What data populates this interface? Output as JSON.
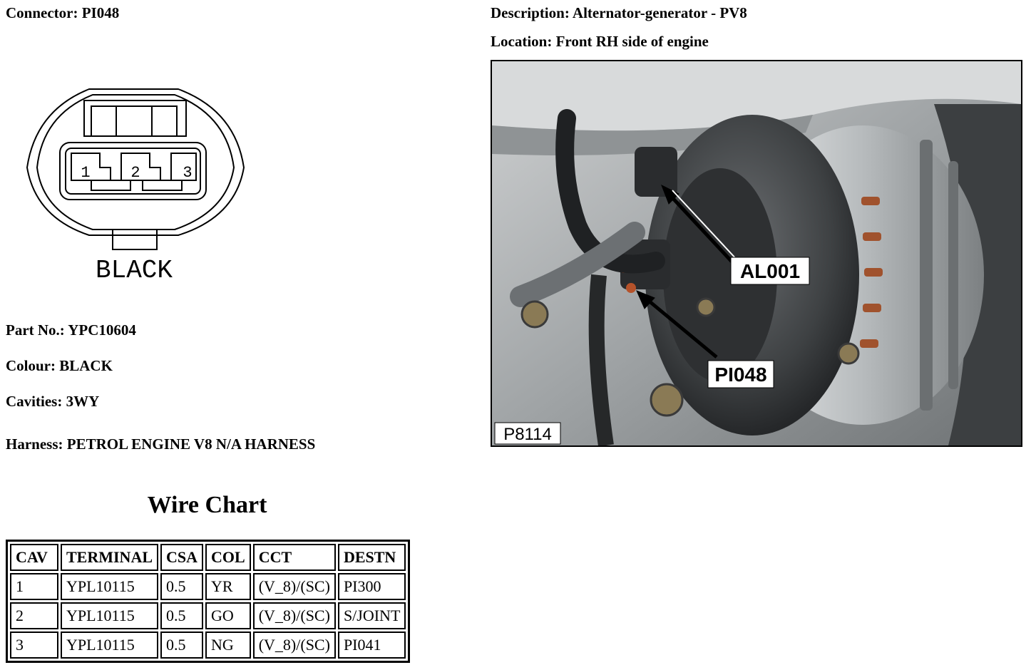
{
  "header": {
    "connector": "Connector: PI048",
    "description": "Description: Alternator-generator - PV8",
    "location": "Location: Front RH side of engine"
  },
  "connector_diagram": {
    "colour_label": "BLACK",
    "pin_labels": [
      "1",
      "2",
      "3"
    ]
  },
  "details": {
    "part_no": "Part No.: YPC10604",
    "colour": "Colour: BLACK",
    "cavities": "Cavities: 3WY",
    "harness": "Harness: PETROL ENGINE V8 N/A HARNESS"
  },
  "photo": {
    "callout_1": "AL001",
    "callout_2": "PI048",
    "photo_ref": "P8114"
  },
  "wire_chart": {
    "title": "Wire Chart",
    "headers": [
      "CAV",
      "TERMINAL",
      "CSA",
      "COL",
      "CCT",
      "DESTN"
    ],
    "rows": [
      [
        "1",
        "YPL10115",
        "0.5",
        "YR",
        "(V_8)/(SC)",
        "PI300"
      ],
      [
        "2",
        "YPL10115",
        "0.5",
        "GO",
        "(V_8)/(SC)",
        "S/JOINT"
      ],
      [
        "3",
        "YPL10115",
        "0.5",
        "NG",
        "(V_8)/(SC)",
        "PI041"
      ]
    ]
  }
}
